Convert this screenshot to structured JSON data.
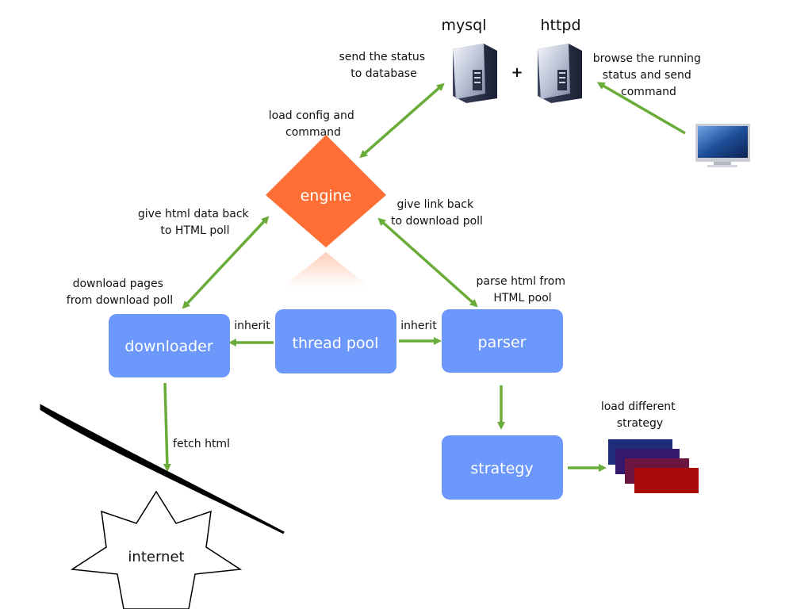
{
  "top": {
    "mysql_label": "mysql",
    "httpd_label": "httpd",
    "plus": "+"
  },
  "nodes": {
    "engine": "engine",
    "downloader": "downloader",
    "thread_pool": "thread pool",
    "parser": "parser",
    "strategy": "strategy",
    "internet": "internet"
  },
  "annotations": {
    "send_status": [
      "send the status",
      "to database"
    ],
    "browse_status": [
      "browse the running",
      "status and send",
      "command"
    ],
    "load_config": [
      "load config and",
      "command"
    ],
    "give_html_back": [
      "give html data back",
      "to HTML poll"
    ],
    "give_link_back": [
      "give link back",
      "to download poll"
    ],
    "download_pages": [
      "download pages",
      "from download poll"
    ],
    "parse_html": [
      "parse html from",
      "HTML pool"
    ],
    "inherit_left": "inherit",
    "inherit_right": "inherit",
    "fetch_html": "fetch html",
    "load_strategy": [
      "load different",
      "strategy"
    ]
  },
  "colors": {
    "arrow": "#6aac3a",
    "node_box": "#6c97fb",
    "engine": "#ff6f35",
    "strategy_cards": [
      "#1e2d7a",
      "#33186e",
      "#6b1640",
      "#a80a0a"
    ]
  },
  "icons": [
    "server-icon",
    "server-icon",
    "monitor-icon",
    "star-burst-shape",
    "strategy-cards-icon"
  ]
}
